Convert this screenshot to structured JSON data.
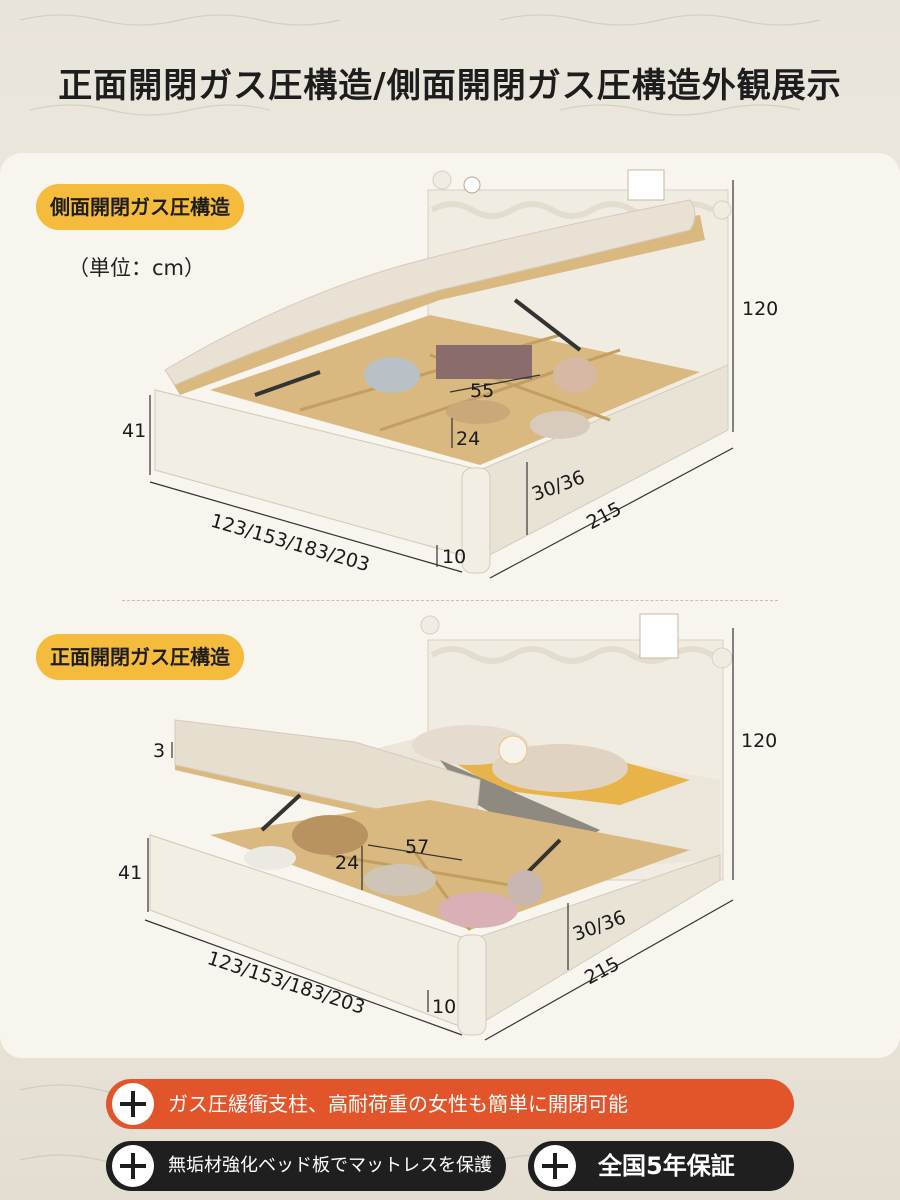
{
  "title": "正面開閉ガス圧構造/側面開閉ガス圧構造外観展示",
  "section_top": {
    "label": "側面開閉ガス圧構造",
    "unit": "（単位：cm）",
    "dims": {
      "height_total": "120",
      "height_side": "41",
      "width": "123/153/183/203",
      "length": "215",
      "compartment_width": "55",
      "compartment_depth": "24",
      "storage_depth": "30/36",
      "clearance": "10"
    }
  },
  "section_bottom": {
    "label": "正面開閉ガス圧構造",
    "dims": {
      "board": "3",
      "height_total": "120",
      "height_side": "41",
      "width": "123/153/183/203",
      "length": "215",
      "compartment_width": "57",
      "compartment_depth": "24",
      "storage_depth": "30/36",
      "clearance": "10"
    }
  },
  "features": {
    "gas_strut": "ガス圧緩衝支柱、高耐荷重の女性も簡単に開閉可能",
    "board": "無垢材強化ベッド板でマットレスを保護",
    "warranty": "全国5年保証"
  },
  "colors": {
    "accent_yellow": "#f5bb3d",
    "accent_orange": "#e2552b",
    "dark_bar": "#1f1f1f",
    "frame_cream": "#f1ece1",
    "wood": "#d9b97f"
  }
}
